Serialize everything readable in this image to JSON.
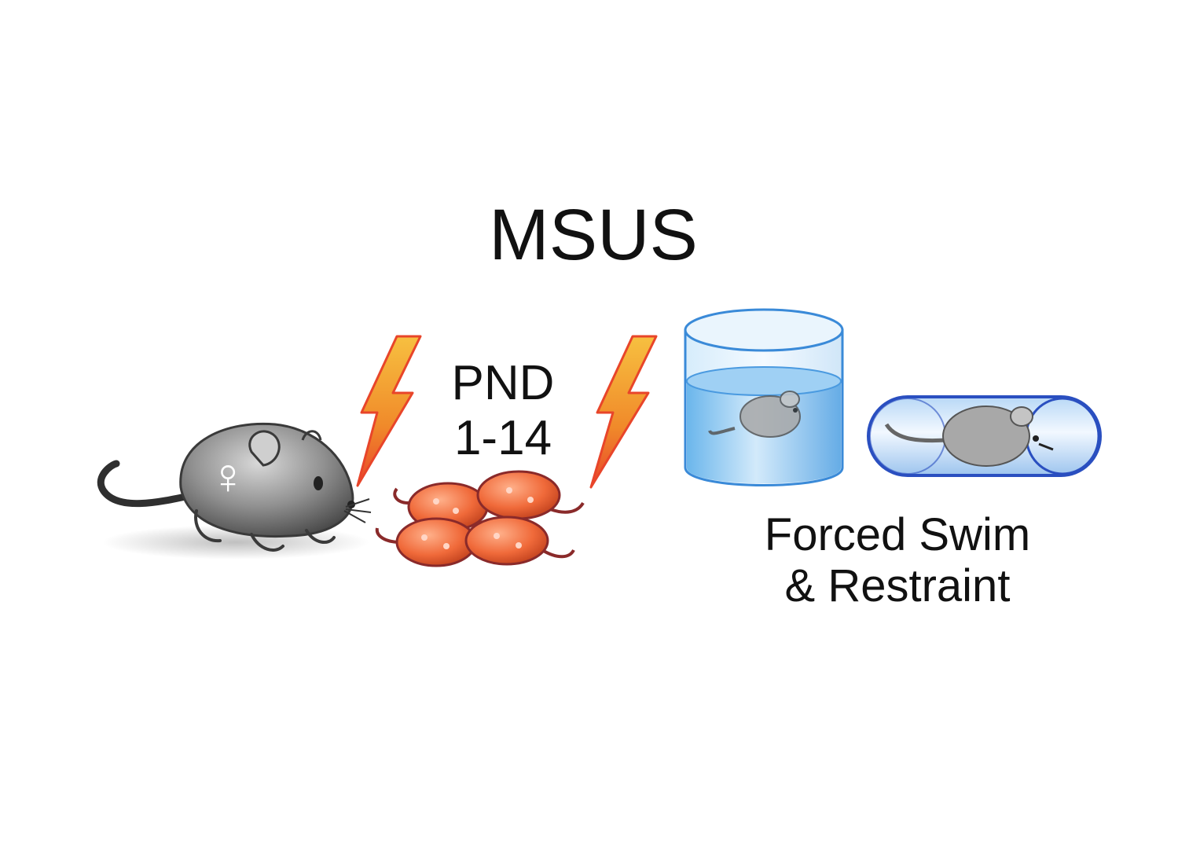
{
  "title": "MSUS",
  "pnd_line1": "PND",
  "pnd_line2": "1-14",
  "stress_line1": "Forced Swim",
  "stress_line2": "& Restraint",
  "female_symbol": "♀",
  "icons": {
    "mother": "mouse-icon",
    "pups": "pup-icon",
    "bolts": "lightning-bolt-icon",
    "beaker": "water-beaker-icon",
    "restraint": "restraint-tube-icon"
  },
  "colors": {
    "mouse_body": "#8e8e8e",
    "mouse_dark": "#4a4a4a",
    "pup_fill": "#f06a3a",
    "pup_outline": "#8a2a2a",
    "bolt_outer": "#e8452a",
    "bolt_inner": "#f7b733",
    "water": "#8cc8f2",
    "glass_edge": "#3a8ad8",
    "tube_edge": "#2a4fc0"
  }
}
